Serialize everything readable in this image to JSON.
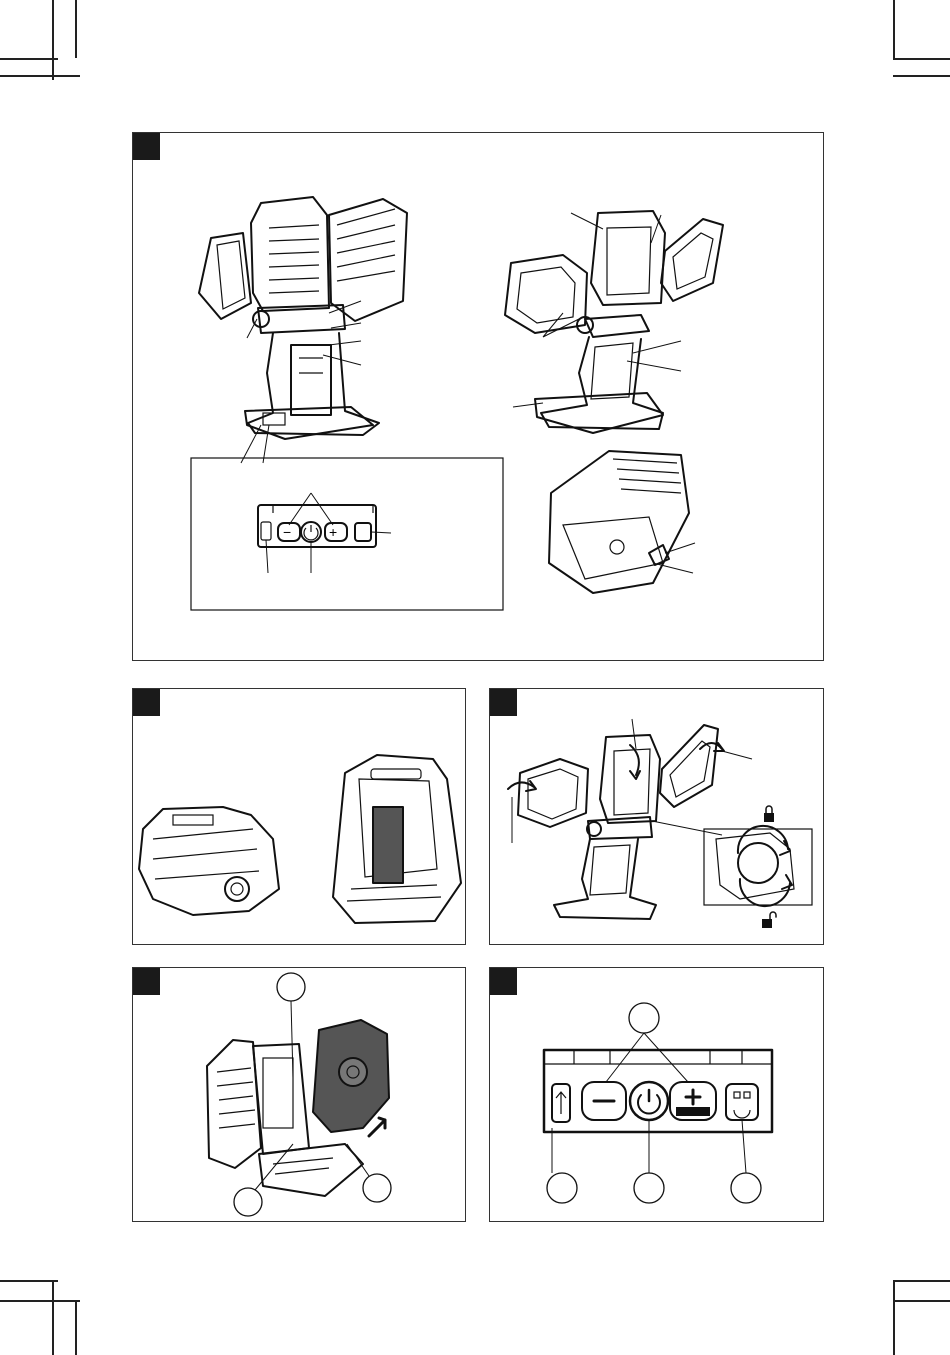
{
  "page": {
    "panels": [
      {
        "id": "A",
        "label": ""
      },
      {
        "id": "B",
        "label": ""
      },
      {
        "id": "C",
        "label": ""
      },
      {
        "id": "D",
        "label": ""
      },
      {
        "id": "E",
        "label": ""
      }
    ]
  },
  "icons": {
    "lock": "lock-icon",
    "unlock": "unlock-icon",
    "usb": "usb-icon",
    "power": "power-icon",
    "minus": "minus-icon",
    "plus": "plus-icon",
    "mode": "light-mode-icon"
  },
  "colors": {
    "tab": "#1a1a1a",
    "line": "#111111",
    "battery_fill": "#555555"
  }
}
